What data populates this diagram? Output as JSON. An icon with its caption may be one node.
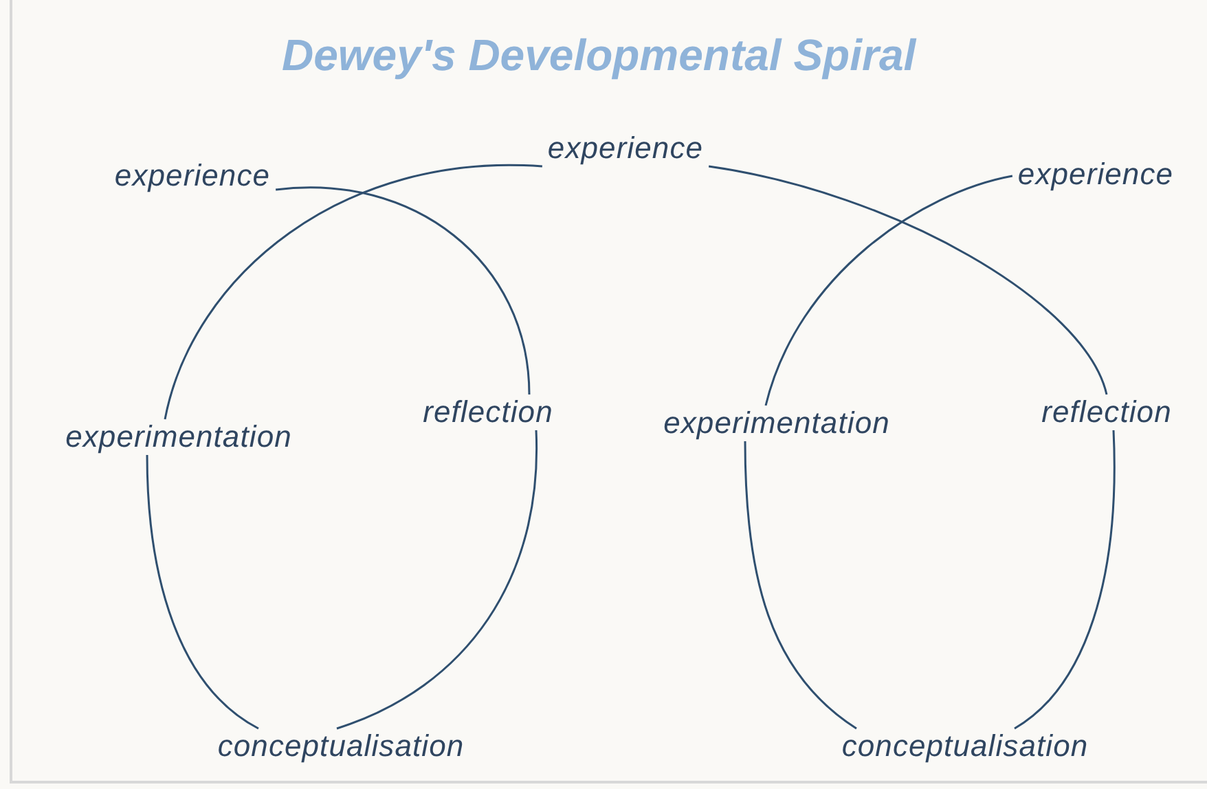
{
  "diagram": {
    "title": "Dewey's Developmental Spiral",
    "nodes": [
      {
        "text": [
          "experience"
        ]
      },
      {
        "text": [
          "experience"
        ]
      },
      {
        "text": [
          "experience"
        ]
      },
      {
        "text": [
          "experimentation"
        ]
      },
      {
        "text": [
          "reflection"
        ]
      },
      {
        "text": [
          "conceptualisation"
        ]
      },
      {
        "text": [
          "experimentation"
        ]
      },
      {
        "text": [
          "reflection"
        ]
      },
      {
        "text": [
          "conceptualisation"
        ]
      }
    ],
    "edges": [
      {
        "from": 0,
        "to": 4,
        "arrow": "none"
      },
      {
        "from": 4,
        "to": 5,
        "arrow": "none"
      },
      {
        "from": 5,
        "to": 3,
        "arrow": "none"
      },
      {
        "from": 3,
        "to": 1,
        "arrow": "none"
      },
      {
        "from": 1,
        "to": 7,
        "arrow": "none"
      },
      {
        "from": 7,
        "to": 8,
        "arrow": "none"
      },
      {
        "from": 8,
        "to": 6,
        "arrow": "none"
      },
      {
        "from": 6,
        "to": 2,
        "arrow": "none"
      }
    ]
  }
}
